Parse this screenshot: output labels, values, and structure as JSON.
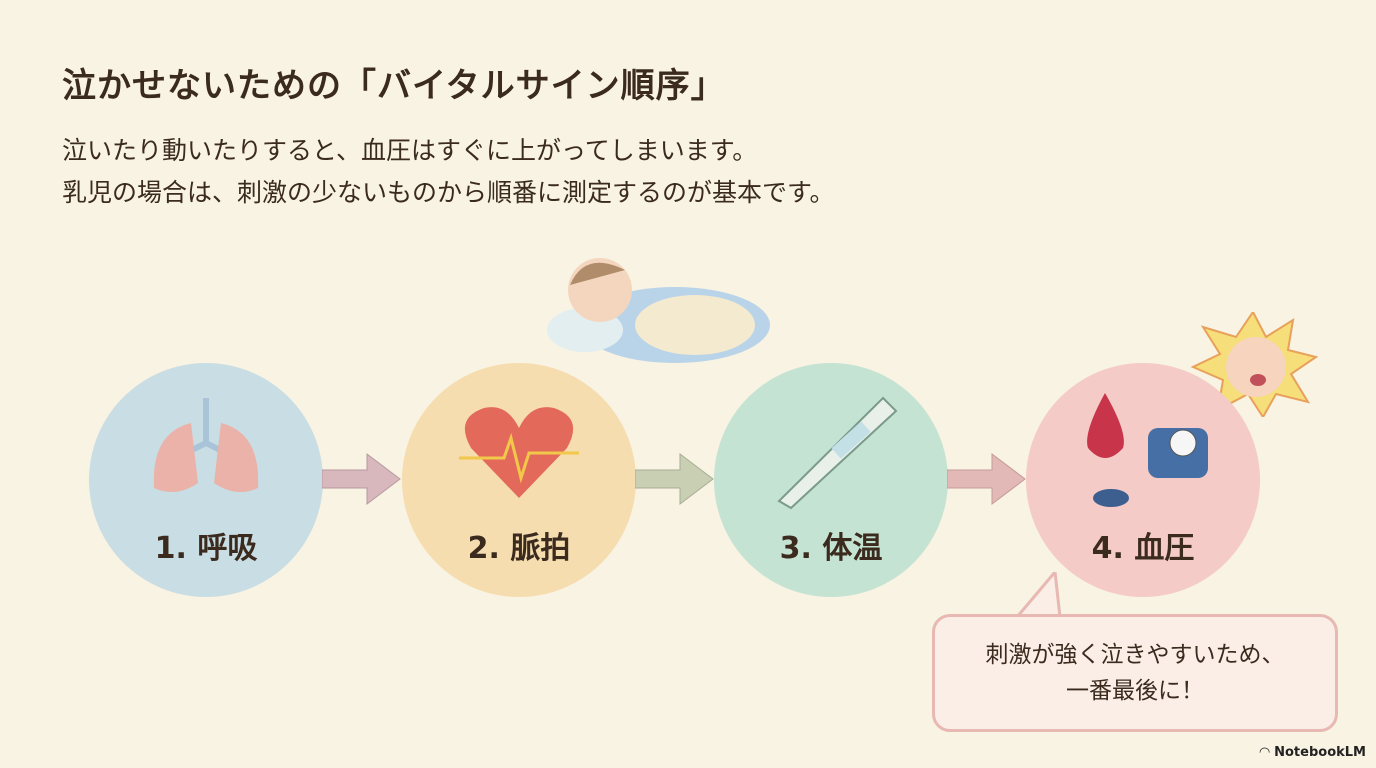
{
  "title": "泣かせないための「バイタルサイン順序」",
  "subtitle": [
    "泣いたり動いたりすると、血圧はすぐに上がってしまいます。",
    "乳児の場合は、刺激の少ないものから順番に測定するのが基本です。"
  ],
  "steps": [
    {
      "label": "1. 呼吸",
      "icon": "lungs-icon",
      "color": "#c9dde4"
    },
    {
      "label": "2. 脈拍",
      "icon": "heart-icon",
      "color": "#f6ddb0"
    },
    {
      "label": "3. 体温",
      "icon": "thermometer-icon",
      "color": "#c5e3d2"
    },
    {
      "label": "4. 血圧",
      "icon": "blood-pressure-icon",
      "color": "#f4cbc6"
    }
  ],
  "callout": [
    "刺激が強く泣きやすいため、",
    "一番最後に！"
  ],
  "brand": "NotebookLM"
}
